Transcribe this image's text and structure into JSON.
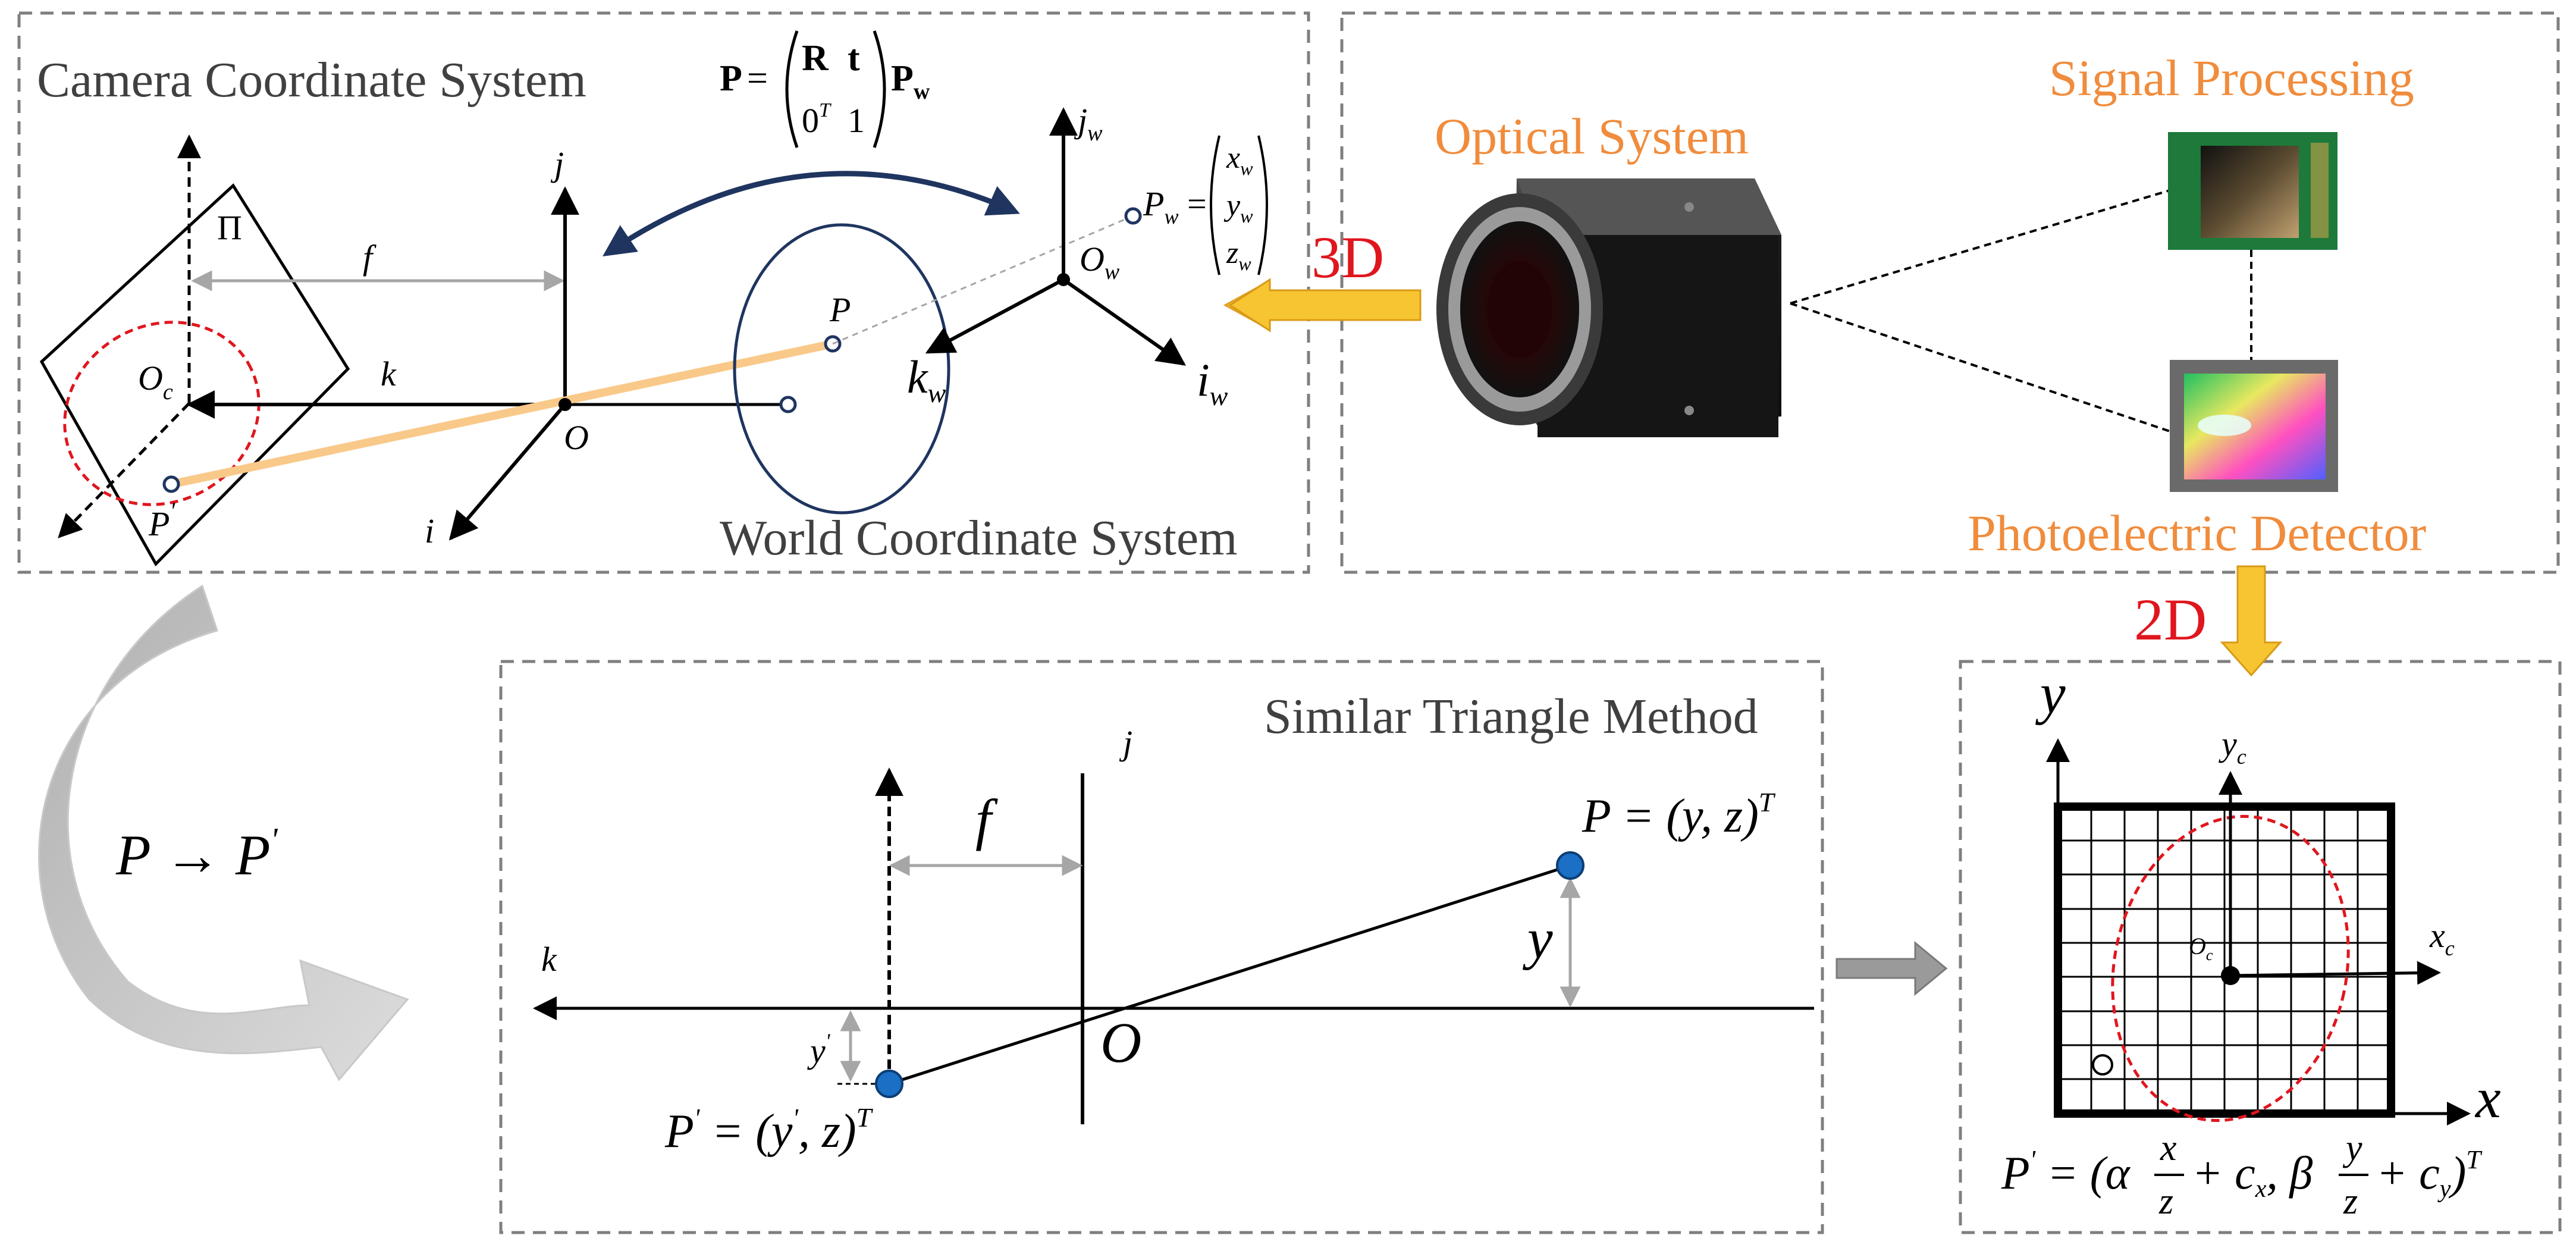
{
  "panels": {
    "camera": {
      "title": "Camera Coordinate System",
      "world_title": "World Coordinate System",
      "pi": "Π",
      "f": "f",
      "oc": "O",
      "oc_sub": "c",
      "k": "k",
      "j": "j",
      "i": "i",
      "o": "O",
      "p": "P",
      "pprime": "P",
      "prime": "'",
      "jw": "j",
      "iw": "i",
      "kw": "k",
      "w_sub": "w",
      "ow": "O",
      "pw": "P",
      "eq_sign": "=",
      "xw": "x",
      "yw": "y",
      "zw": "z",
      "transform": {
        "P": "P",
        "eq": "=",
        "R": "R",
        "t": "t",
        "zero": "0",
        "T": "T",
        "one": "1",
        "Pw": "P",
        "w": "w"
      }
    },
    "device": {
      "optical": "Optical System",
      "signal": "Signal Processing",
      "detector": "Photoelectric Detector"
    },
    "arrows": {
      "threeD": "3D",
      "twoD": "2D",
      "mapping": "P → P",
      "mapping_prime": "'"
    },
    "similar": {
      "title": "Similar Triangle Method",
      "j": "j",
      "k": "k",
      "f": "f",
      "o": "O",
      "y": "y",
      "yprime": "y",
      "prime": "'",
      "P_label": "P = (y, z)",
      "T": "T",
      "Pp_label_a": "P",
      "Pp_label_b": " = (y",
      "Pp_label_c": ", z)"
    },
    "image": {
      "y": "y",
      "x": "x",
      "yc": "y",
      "xc": "x",
      "c": "c",
      "oc": "O",
      "formula_a": "P",
      "formula_b": " = (α",
      "frac_x_top": "x",
      "frac_x_bot": "z",
      "plus_cx": "+ c",
      "sub_x": "x",
      "comma_beta": ", β",
      "frac_y_top": "y",
      "frac_y_bot": "z",
      "plus_cy": "+ c",
      "sub_y": "y",
      "close": ")",
      "T": "T"
    }
  },
  "colors": {
    "orange_text": "#f08c3c",
    "red_text": "#e0161e",
    "navy": "#1f3560",
    "ray": "#f9c98a",
    "dot_blue": "#1b6fc4",
    "dashed_red": "#e0161e",
    "yellow_arrow": "#f7c531"
  }
}
